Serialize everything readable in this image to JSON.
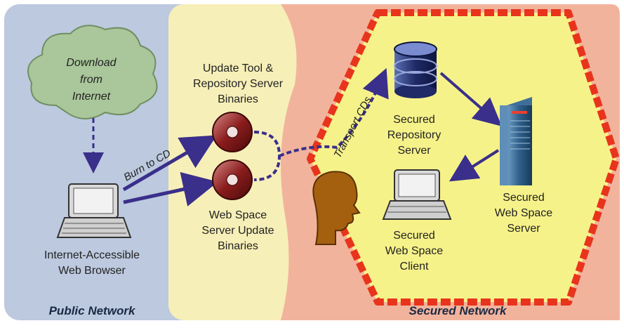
{
  "zones": {
    "public": {
      "title": "Public Network",
      "color": "#bcc9df"
    },
    "transfer": {
      "color": "#f7efb8"
    },
    "secured": {
      "title": "Secured Network",
      "color": "#f2b39c"
    }
  },
  "cloud": {
    "lines": [
      "Download",
      "from",
      "Internet"
    ]
  },
  "browser": {
    "lines": [
      "Internet-Accessible",
      "Web Browser"
    ]
  },
  "burn_label": "Burn to CD",
  "transport_label": "Transport CDs",
  "cd_top": {
    "lines": [
      "Update Tool &",
      "Repository Server",
      "Binaries"
    ]
  },
  "cd_bottom": {
    "lines": [
      "Web Space",
      "Server Update",
      "Binaries"
    ]
  },
  "repo_server": {
    "lines": [
      "Secured",
      "Repository",
      "Server"
    ]
  },
  "web_server": {
    "lines": [
      "Secured",
      "Web Space",
      "Server"
    ]
  },
  "client": {
    "lines": [
      "Secured",
      "Web Space",
      "Client"
    ]
  },
  "colors": {
    "arrow_blue": "#3a2f8a",
    "border_red": "#e8341c",
    "secured_inner": "#f6f28a",
    "cloud_green": "#a9c79a",
    "person_brown": "#a4600f"
  }
}
